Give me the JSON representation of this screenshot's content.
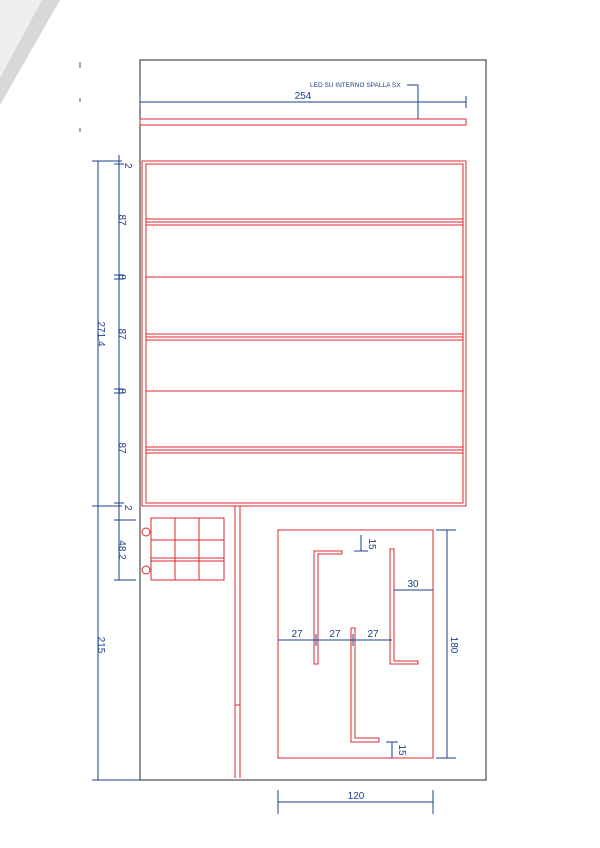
{
  "drawing": {
    "note": "LED SU INTERNO SPALLA SX",
    "overall_width": "254",
    "stack_height": "271.4",
    "lower_height": "215",
    "panel_height": "87",
    "edge_gap": "2",
    "divider_gap": "8",
    "small_panel_height": "48.2",
    "shelf_height": "180",
    "shelf_width": "120",
    "shelf_offset_a": "27",
    "shelf_offset_b": "27",
    "shelf_offset_c": "27",
    "shelf_depth": "30",
    "shelf_top_gap": "15",
    "shelf_bottom_gap": "15"
  },
  "colors": {
    "frame": "#2a2a2a",
    "panels": "#d9282f",
    "dimensions": "#1c3f8c"
  }
}
